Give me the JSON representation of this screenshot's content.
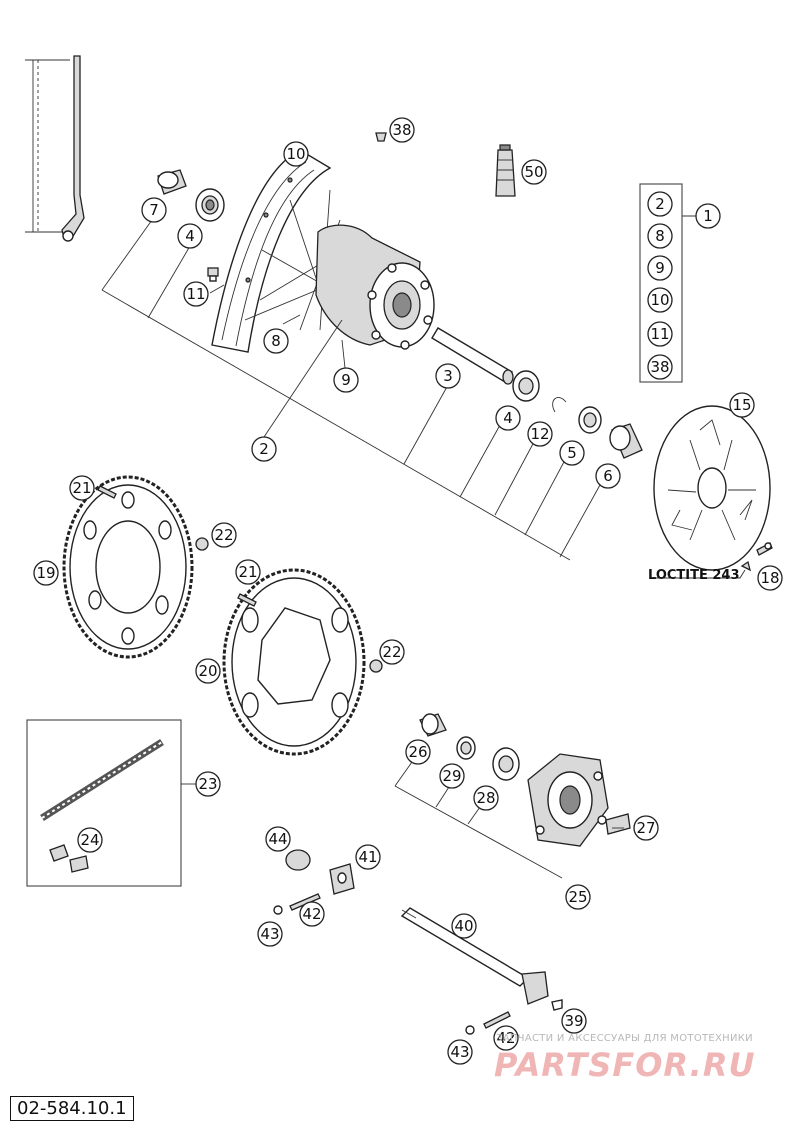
{
  "drawing_number": "02-584.10.1",
  "loctite_label": "LOCTITE 243",
  "callouts": {
    "c1": "1",
    "c2": "2",
    "c3": "3",
    "c4a": "4",
    "c4b": "4",
    "c5": "5",
    "c6": "6",
    "c7": "7",
    "c8": "8",
    "c9": "9",
    "c10": "10",
    "c11": "11",
    "c12": "12",
    "c15": "15",
    "c18": "18",
    "c19": "19",
    "c20": "20",
    "c21a": "21",
    "c21b": "21",
    "c22a": "22",
    "c22b": "22",
    "c23": "23",
    "c24": "24",
    "c25": "25",
    "c26": "26",
    "c27": "27",
    "c28": "28",
    "c29": "29",
    "c38": "38",
    "c39": "39",
    "c40": "40",
    "c41": "41",
    "c42a": "42",
    "c42b": "42",
    "c43a": "43",
    "c43b": "43",
    "c44": "44",
    "c50": "50"
  },
  "kit_list": [
    "2",
    "8",
    "9",
    "10",
    "11",
    "38"
  ],
  "watermark": {
    "tagline": "ЗАПЧАСТИ И АКСЕССУАРЫ ДЛЯ МОТОТЕХНИКИ",
    "logo": "PARTSFOR.RU"
  }
}
